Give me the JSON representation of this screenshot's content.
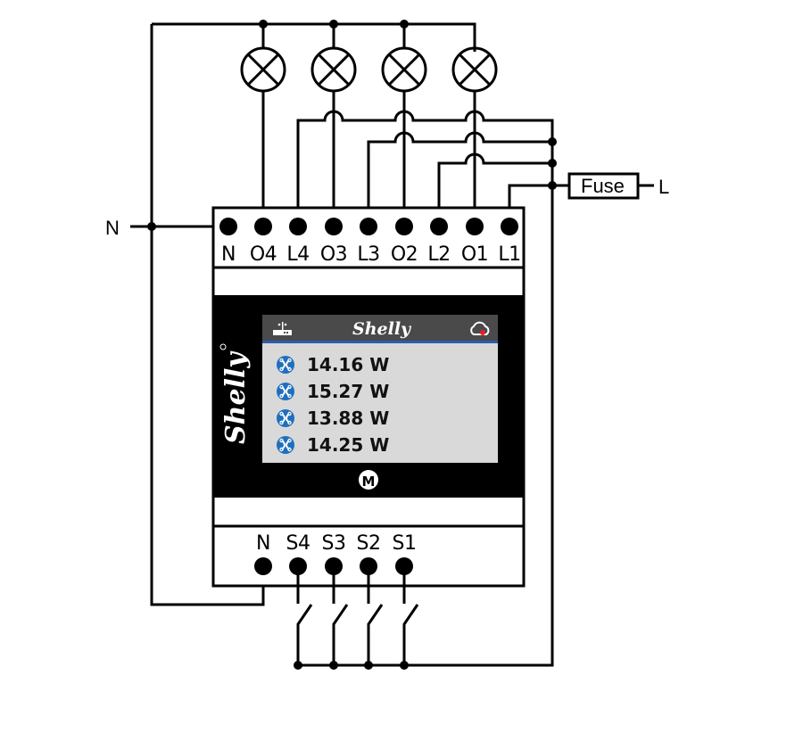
{
  "diagram": {
    "title": "Shelly Pro 4PM wiring diagram",
    "external_labels": {
      "neutral": "N",
      "line": "L",
      "fuse": "Fuse"
    },
    "top_terminals": [
      "N",
      "O4",
      "L4",
      "O3",
      "L3",
      "O2",
      "L2",
      "O1",
      "L1"
    ],
    "bottom_terminals": [
      "N",
      "S4",
      "S3",
      "S2",
      "S1"
    ],
    "loads": [
      {
        "name": "lamp-4",
        "type": "lamp",
        "connected_to": "O4"
      },
      {
        "name": "lamp-3",
        "type": "lamp",
        "connected_to": "O3"
      },
      {
        "name": "lamp-2",
        "type": "lamp",
        "connected_to": "O2"
      },
      {
        "name": "lamp-1",
        "type": "lamp",
        "connected_to": "O1"
      }
    ],
    "switches": [
      {
        "name": "switch-4",
        "connected_to": "S4"
      },
      {
        "name": "switch-3",
        "connected_to": "S3"
      },
      {
        "name": "switch-2",
        "connected_to": "S2"
      },
      {
        "name": "switch-1",
        "connected_to": "S1"
      }
    ],
    "device": {
      "side_logo": "Shelly",
      "screen": {
        "header_logo": "Shelly",
        "header_left_icon": "router-icon",
        "header_right_icon": "cloud-icon",
        "cloud_status_color": "#e8202a",
        "accent_color": "#2a5db0",
        "channel_icon_color": "#1f6fbf",
        "readings": [
          "14.16 W",
          "15.27 W",
          "13.88 W",
          "14.25 W"
        ]
      },
      "button_label": "M"
    }
  }
}
